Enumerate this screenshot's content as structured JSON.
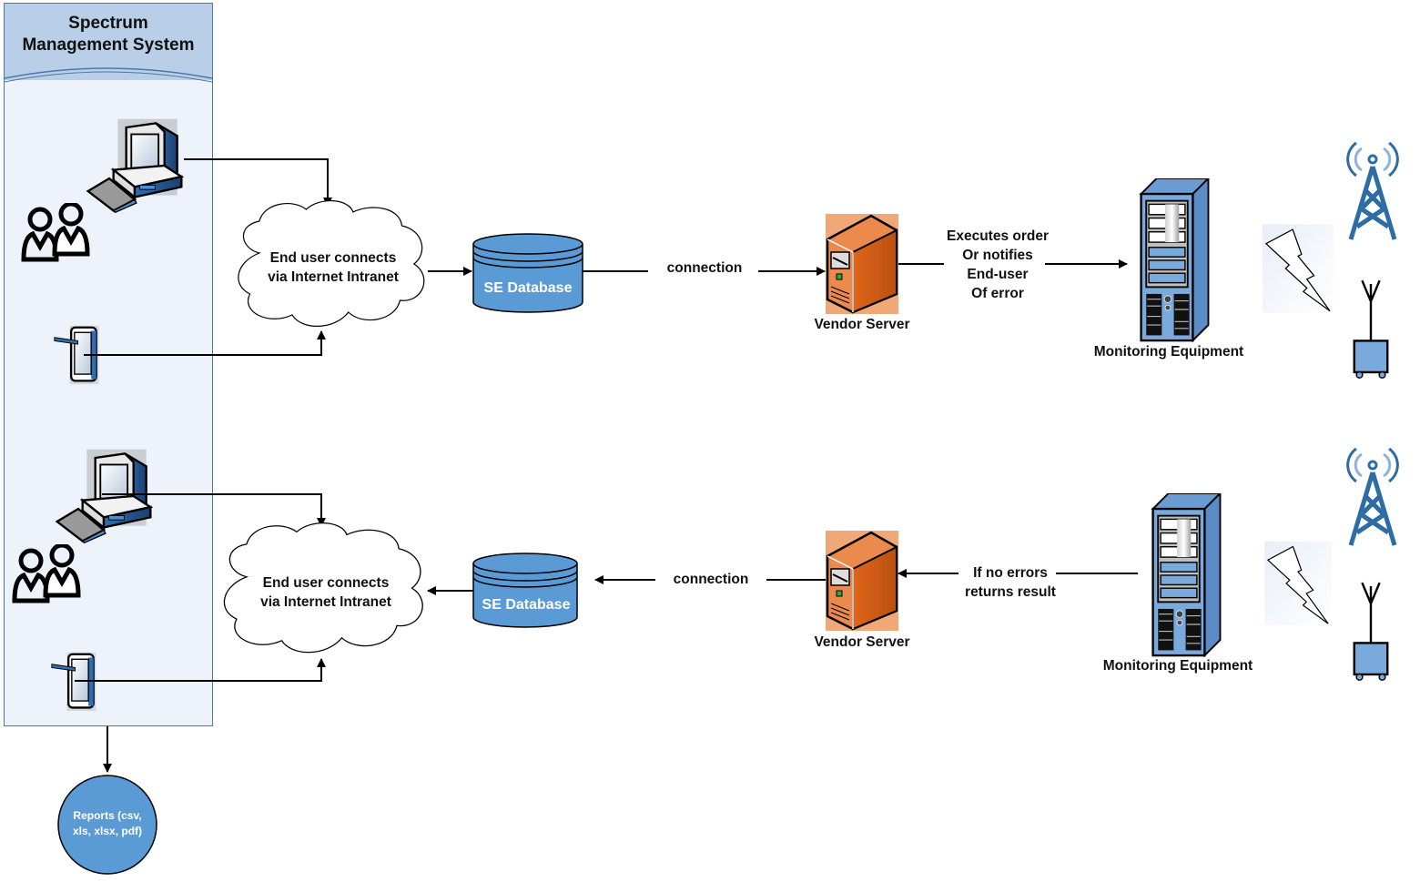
{
  "panel": {
    "title_line1": "Spectrum",
    "title_line2": "Management System",
    "devices": [
      {
        "type": "desktop-computer",
        "row": "top"
      },
      {
        "type": "users",
        "row": "top"
      },
      {
        "type": "tablet",
        "row": "top"
      },
      {
        "type": "desktop-computer",
        "row": "bottom"
      },
      {
        "type": "users",
        "row": "bottom"
      },
      {
        "type": "tablet",
        "row": "bottom"
      }
    ]
  },
  "reports": {
    "line1": "Reports (csv,",
    "line2": "xls, xlsx, pdf)"
  },
  "top_flow": {
    "cloud_line1": "End user connects",
    "cloud_line2": "via Internet Intranet",
    "database": "SE Database",
    "connection": "connection",
    "vendor_server": "Vendor Server",
    "action_line1": "Executes order",
    "action_line2": "Or notifies",
    "action_line3": "End-user",
    "action_line4": "Of error",
    "monitoring": "Monitoring Equipment"
  },
  "bottom_flow": {
    "cloud_line1": "End user connects",
    "cloud_line2": "via Internet Intranet",
    "database": "SE Database",
    "connection": "connection",
    "vendor_server": "Vendor Server",
    "result_line1": "If no errors",
    "result_line2": "returns result",
    "monitoring": "Monitoring Equipment"
  },
  "colors": {
    "panel_header": "#b9cfe8",
    "panel_body": "#eef3fb",
    "database_fill": "#5b9bd5",
    "reports_fill": "#5b9bd5",
    "server_orange": "#e8782e",
    "rack_blue": "#7aa9dc",
    "tower_blue": "#2e6da4"
  }
}
